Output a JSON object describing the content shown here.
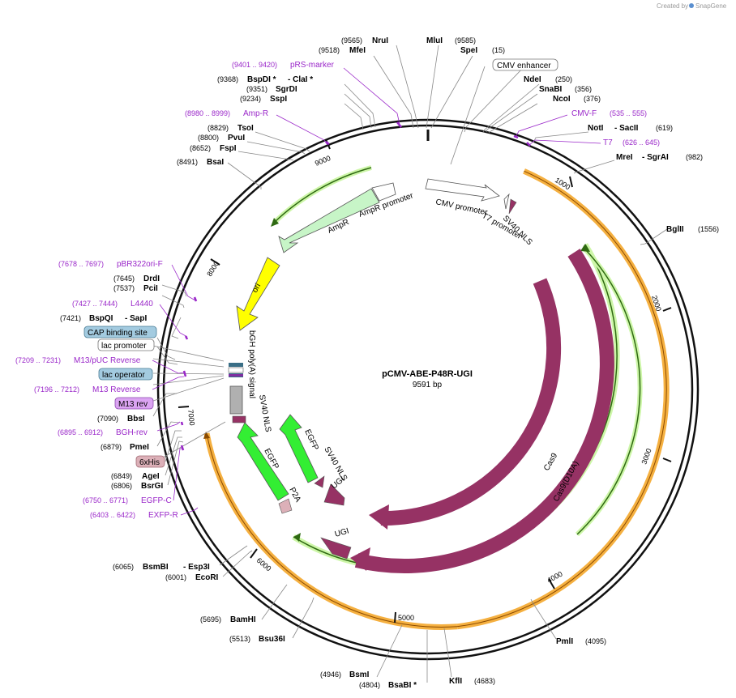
{
  "credit": "Created by",
  "brand": "SnapGene",
  "plasmid": {
    "name": "pCMV-ABE-P48R-UGI",
    "length": "9591 bp"
  },
  "ticks": [
    "1000",
    "2000",
    "3000",
    "4000",
    "5000",
    "6000",
    "7000",
    "8000",
    "9000"
  ],
  "enzymes": {
    "nrui": {
      "name": "NruI",
      "pos": "(9565)"
    },
    "mlui": {
      "name": "MluI",
      "pos": "(9585)"
    },
    "mfei": {
      "name": "MfeI",
      "pos": "(9518)"
    },
    "spei": {
      "name": "SpeI",
      "pos": "(15)"
    },
    "bspdi": {
      "name": "BspDI *",
      "name2": "- ClaI *",
      "pos": "(9368)"
    },
    "sgrdi": {
      "name": "SgrDI",
      "pos": "(9351)"
    },
    "sspi": {
      "name": "SspI",
      "pos": "(9234)"
    },
    "ndei": {
      "name": "NdeI",
      "pos": "(250)"
    },
    "snabi": {
      "name": "SnaBI",
      "pos": "(356)"
    },
    "ncoi": {
      "name": "NcoI",
      "pos": "(376)"
    },
    "tsoi": {
      "name": "TsoI",
      "pos": "(8829)"
    },
    "pvui": {
      "name": "PvuI",
      "pos": "(8800)"
    },
    "fspi": {
      "name": "FspI",
      "pos": "(8652)"
    },
    "bsai": {
      "name": "BsaI",
      "pos": "(8491)"
    },
    "noti": {
      "name": "NotI",
      "name2": "- SacII",
      "pos": "(619)"
    },
    "mrei": {
      "name": "MreI",
      "name2": "- SgrAI",
      "pos": "(982)"
    },
    "bglii": {
      "name": "BglII",
      "pos": "(1556)"
    },
    "drdi": {
      "name": "DrdI",
      "pos": "(7645)"
    },
    "pcii": {
      "name": "PciI",
      "pos": "(7537)"
    },
    "bspqi": {
      "name": "BspQI",
      "name2": "- SapI",
      "pos": "(7421)"
    },
    "bbsi": {
      "name": "BbsI",
      "pos": "(7090)"
    },
    "pmei": {
      "name": "PmeI",
      "pos": "(6879)"
    },
    "agei": {
      "name": "AgeI",
      "pos": "(6849)"
    },
    "bsrgi": {
      "name": "BsrGI",
      "pos": "(6806)"
    },
    "bsmbi": {
      "name": "BsmBI",
      "name2": "- Esp3I",
      "pos": "(6065)"
    },
    "ecori": {
      "name": "EcoRI",
      "pos": "(6001)"
    },
    "bamhi": {
      "name": "BamHI",
      "pos": "(5695)"
    },
    "bsu36i": {
      "name": "Bsu36I",
      "pos": "(5513)"
    },
    "bsmi": {
      "name": "BsmI",
      "pos": "(4946)"
    },
    "bsabi": {
      "name": "BsaBI *",
      "pos": "(4804)"
    },
    "kfli": {
      "name": "KflI",
      "pos": "(4683)"
    },
    "pmli": {
      "name": "PmlI",
      "pos": "(4095)"
    }
  },
  "primers": {
    "prs": {
      "name": "pRS-marker",
      "pos": "(9401 .. 9420)"
    },
    "ampr": {
      "name": "Amp-R",
      "pos": "(8980 .. 8999)"
    },
    "cmvf": {
      "name": "CMV-F",
      "pos": "(535 .. 555)"
    },
    "t7": {
      "name": "T7",
      "pos": "(626 .. 645)"
    },
    "pbr": {
      "name": "pBR322ori-F",
      "pos": "(7678 .. 7697)"
    },
    "l4440": {
      "name": "L4440",
      "pos": "(7427 .. 7444)"
    },
    "m13puc": {
      "name": "M13/pUC Reverse",
      "pos": "(7209 .. 7231)"
    },
    "m13rev": {
      "name": "M13 Reverse",
      "pos": "(7196 .. 7212)"
    },
    "bgh": {
      "name": "BGH-rev",
      "pos": "(6895 .. 6912)"
    },
    "egfpc": {
      "name": "EGFP-C",
      "pos": "(6750 .. 6771)"
    },
    "exfp": {
      "name": "EXFP-R",
      "pos": "(6403 .. 6422)"
    }
  },
  "boxed": {
    "cmv_enhancer": "CMV enhancer",
    "cap": "CAP binding site",
    "lacprom": "lac promoter",
    "lacop": "lac operator",
    "m13rev": "M13 rev",
    "his": "6xHis"
  },
  "features": {
    "cmv_promoter": "CMV promoter",
    "t7_promoter": "T7 promoter",
    "sv40_nls_top": "SV40 NLS",
    "ampr_promoter": "AmpR promoter",
    "ampr": "AmpR",
    "ori": "ori",
    "bgh": "bGH poly(A) signal",
    "sv40_nls_mid": "SV40 NLS",
    "egfp1": "EGFP",
    "sv40_nls_low": "SV40 NLS",
    "ugi1": "UGI",
    "egfp2": "EGFP",
    "p2a": "P2A",
    "ugi2": "UGI",
    "cas9": "Cas9",
    "cas9d10a": "Cas9(D10A)"
  },
  "colors": {
    "backbone": "#111111",
    "cas9": "#963264",
    "egfp": "#33ee33",
    "ampr": "#c7f5c7",
    "ori": "#ffff00",
    "orange_band": "#f5b040",
    "green_band": "#2f9a24",
    "primer": "#9a27c9",
    "bgh": "#b0b0b0",
    "boxed_blue": "#a3cbe0",
    "boxed_purple": "#dba4f2",
    "boxed_pink": "#dcb0b8"
  }
}
